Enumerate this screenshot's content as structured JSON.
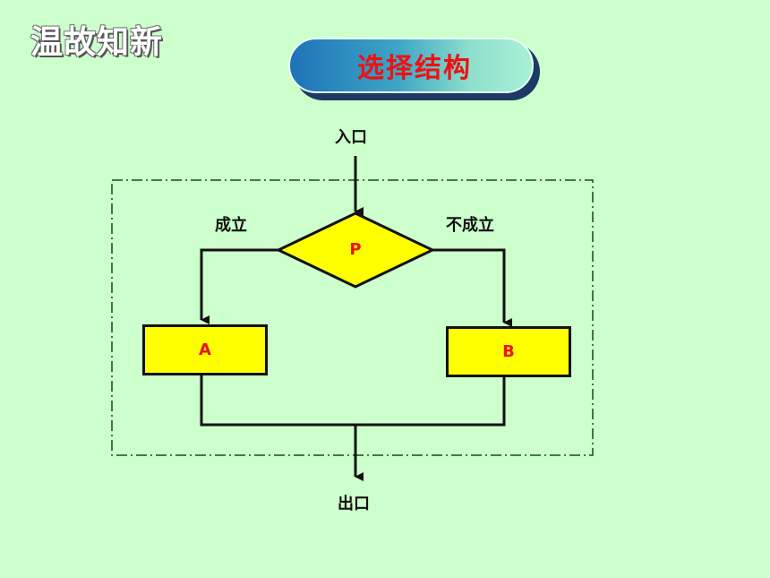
{
  "slide_title": "温故知新",
  "banner": {
    "text": "选择结构"
  },
  "flowchart": {
    "entry_label": "入口",
    "exit_label": "出口",
    "true_branch_label": "成立",
    "false_branch_label": "不成立",
    "condition_label": "P",
    "process_a_label": "A",
    "process_b_label": "B"
  },
  "colors": {
    "background": "#ccffcc",
    "shape_fill": "#ffff00",
    "highlight_text": "#ee1111",
    "border_dashdot": "#336633"
  }
}
